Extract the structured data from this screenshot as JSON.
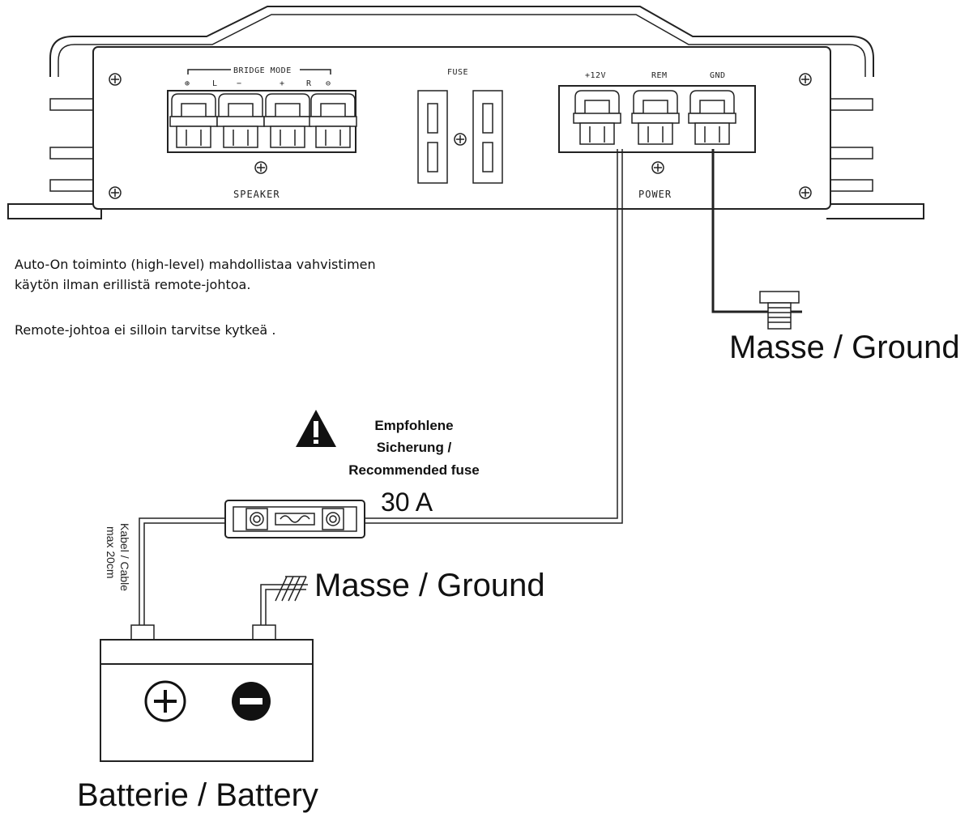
{
  "amplifier": {
    "bridge_mode_label": "BRIDGE MODE",
    "speaker_terminals": [
      "⊕",
      "L",
      "−",
      "+",
      "R",
      "⊖"
    ],
    "speaker_label": "SPEAKER",
    "fuse_label": "FUSE",
    "power_terminals": [
      "+12V",
      "REM",
      "GND"
    ],
    "power_label": "POWER"
  },
  "notes": {
    "line1": "Auto-On toiminto (high-level) mahdollistaa vahvistimen",
    "line2": "käytön ilman erillistä remote-johtoa.",
    "line3": "Remote-johtoa ei silloin tarvitse kytkeä ."
  },
  "ground_top_label": "Masse / Ground",
  "fuse_note": {
    "line1": "Empfohlene",
    "line2": "Sicherung /",
    "line3": "Recommended fuse",
    "value": "30 A"
  },
  "cable_note": {
    "line1": "Kabel / Cable",
    "line2": "max 20cm"
  },
  "ground_battery_label": "Masse / Ground",
  "battery": {
    "plus": "+",
    "minus": "−",
    "label": "Batterie / Battery"
  }
}
